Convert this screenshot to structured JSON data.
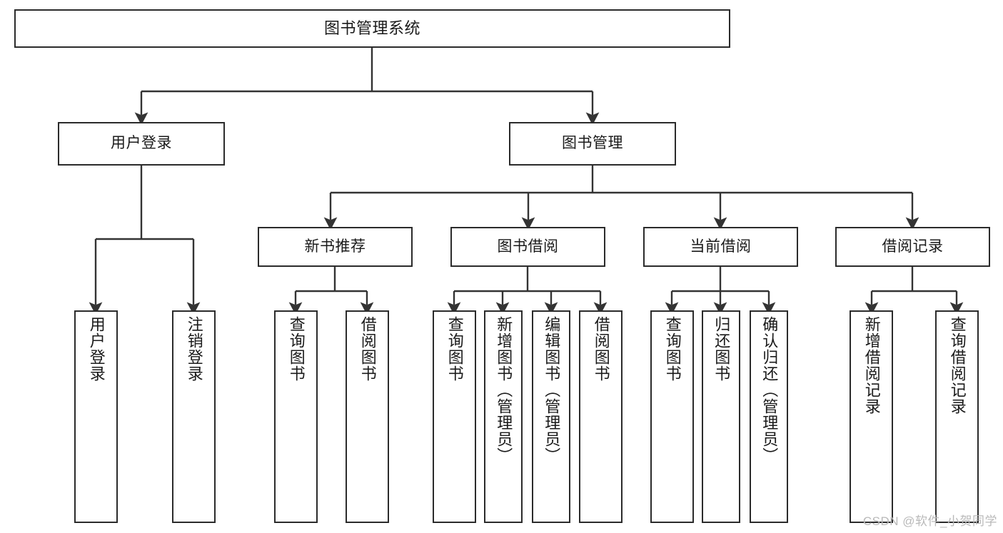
{
  "diagram": {
    "type": "tree-hierarchy",
    "title": "图书管理系统",
    "watermark": "CSDN @软件_小贺同学",
    "colors": {
      "box_border": "#2b2b2b",
      "box_fill": "#ffffff",
      "connector": "#333333",
      "text": "#1a1a1a",
      "watermark": "#b9b9b9"
    },
    "nodes": {
      "root": {
        "label": "图书管理系统",
        "level": 0
      },
      "level1": [
        {
          "label": "用户登录",
          "level": 1
        },
        {
          "label": "图书管理",
          "level": 1
        }
      ],
      "level2": [
        {
          "label": "新书推荐",
          "level": 2
        },
        {
          "label": "图书借阅",
          "level": 2
        },
        {
          "label": "当前借阅",
          "level": 2
        },
        {
          "label": "借阅记录",
          "level": 2
        }
      ],
      "leaves": [
        {
          "label": "用户登录",
          "parent": "用户登录"
        },
        {
          "label": "注销登录",
          "parent": "用户登录"
        },
        {
          "label": "查询图书",
          "parent": "新书推荐"
        },
        {
          "label": "借阅图书",
          "parent": "新书推荐"
        },
        {
          "label": "查询图书",
          "parent": "图书借阅"
        },
        {
          "label": "新增图书（管理员）",
          "parent": "图书借阅"
        },
        {
          "label": "编辑图书（管理员）",
          "parent": "图书借阅"
        },
        {
          "label": "借阅图书",
          "parent": "图书借阅"
        },
        {
          "label": "查询图书",
          "parent": "当前借阅"
        },
        {
          "label": "归还图书",
          "parent": "当前借阅"
        },
        {
          "label": "确认归还（管理员）",
          "parent": "当前借阅"
        },
        {
          "label": "新增借阅记录",
          "parent": "借阅记录"
        },
        {
          "label": "查询借阅记录",
          "parent": "借阅记录"
        }
      ]
    }
  }
}
